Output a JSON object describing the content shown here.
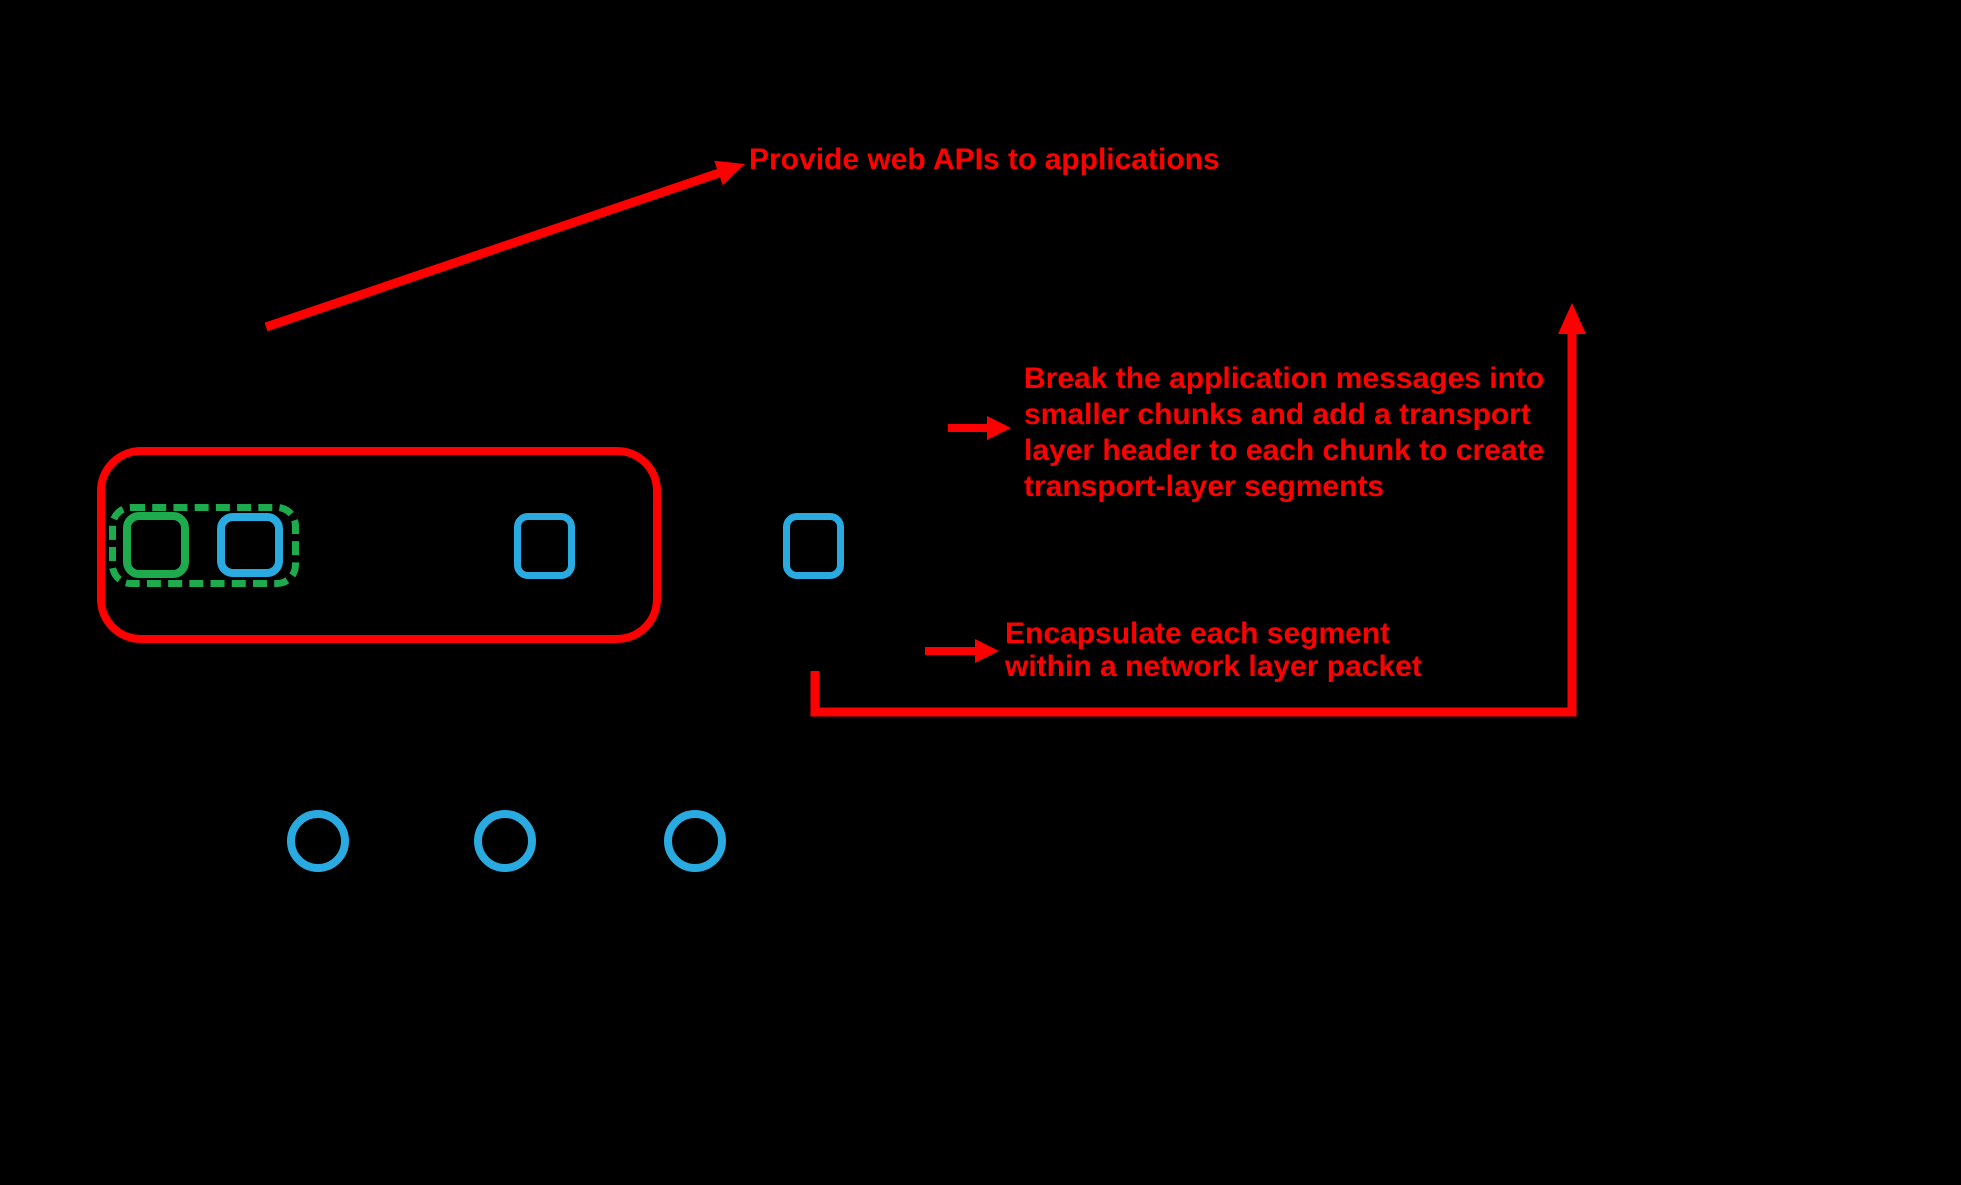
{
  "diagram": {
    "annotations": {
      "provide": {
        "text": "Provide web APIs to applications"
      },
      "break_segments": {
        "lines": [
          "Break the application messages into",
          "smaller chunks and add a transport",
          "layer header to each chunk to create",
          "transport-layer segments"
        ]
      },
      "encapsulate": {
        "lines": [
          "Encapsulate each segment",
          "within a network layer packet"
        ]
      }
    }
  },
  "colors": {
    "background": "#000000",
    "annotation_red": "#fe0000",
    "node_blue": "#29abe2",
    "group_green": "#1dab4e"
  }
}
